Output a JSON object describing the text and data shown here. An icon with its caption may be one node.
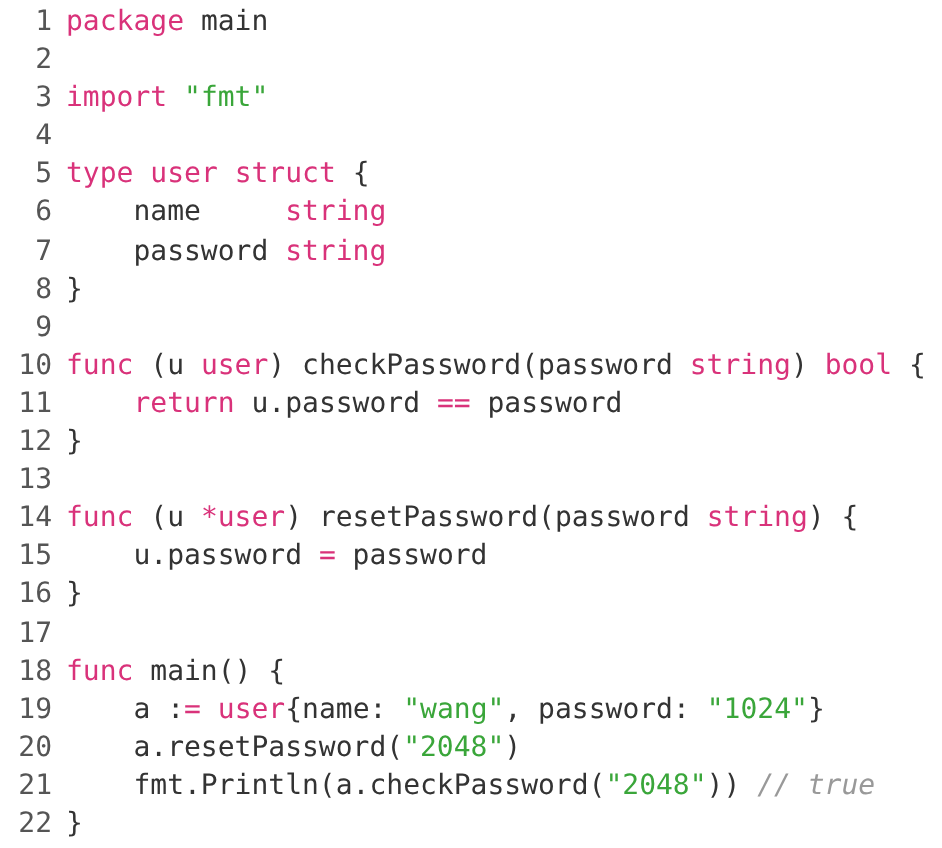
{
  "diagram": {
    "labels": [
      "1",
      "package main",
      "2",
      "3",
      "import \"fmt\"",
      "4",
      "5",
      "type user struct {",
      "6",
      "    name     string",
      "7",
      "    password string",
      "8",
      "}",
      "9",
      "10",
      "func (u user) checkPassword(password string) bool {",
      "11",
      "    return u.password == password",
      "12",
      "}",
      "13",
      "14",
      "func (u *user) resetPassword(password string) {",
      "15",
      "    u.password = password",
      "16",
      "}",
      "17",
      "18",
      "func main() {",
      "19",
      "    a := user{name: \"wang\", password: \"1024\"}",
      "20",
      "    a.resetPassword(\"2048\")",
      "21",
      "    fmt.Println(a.checkPassword(\"2048\")) // true",
      "22",
      "}"
    ]
  }
}
